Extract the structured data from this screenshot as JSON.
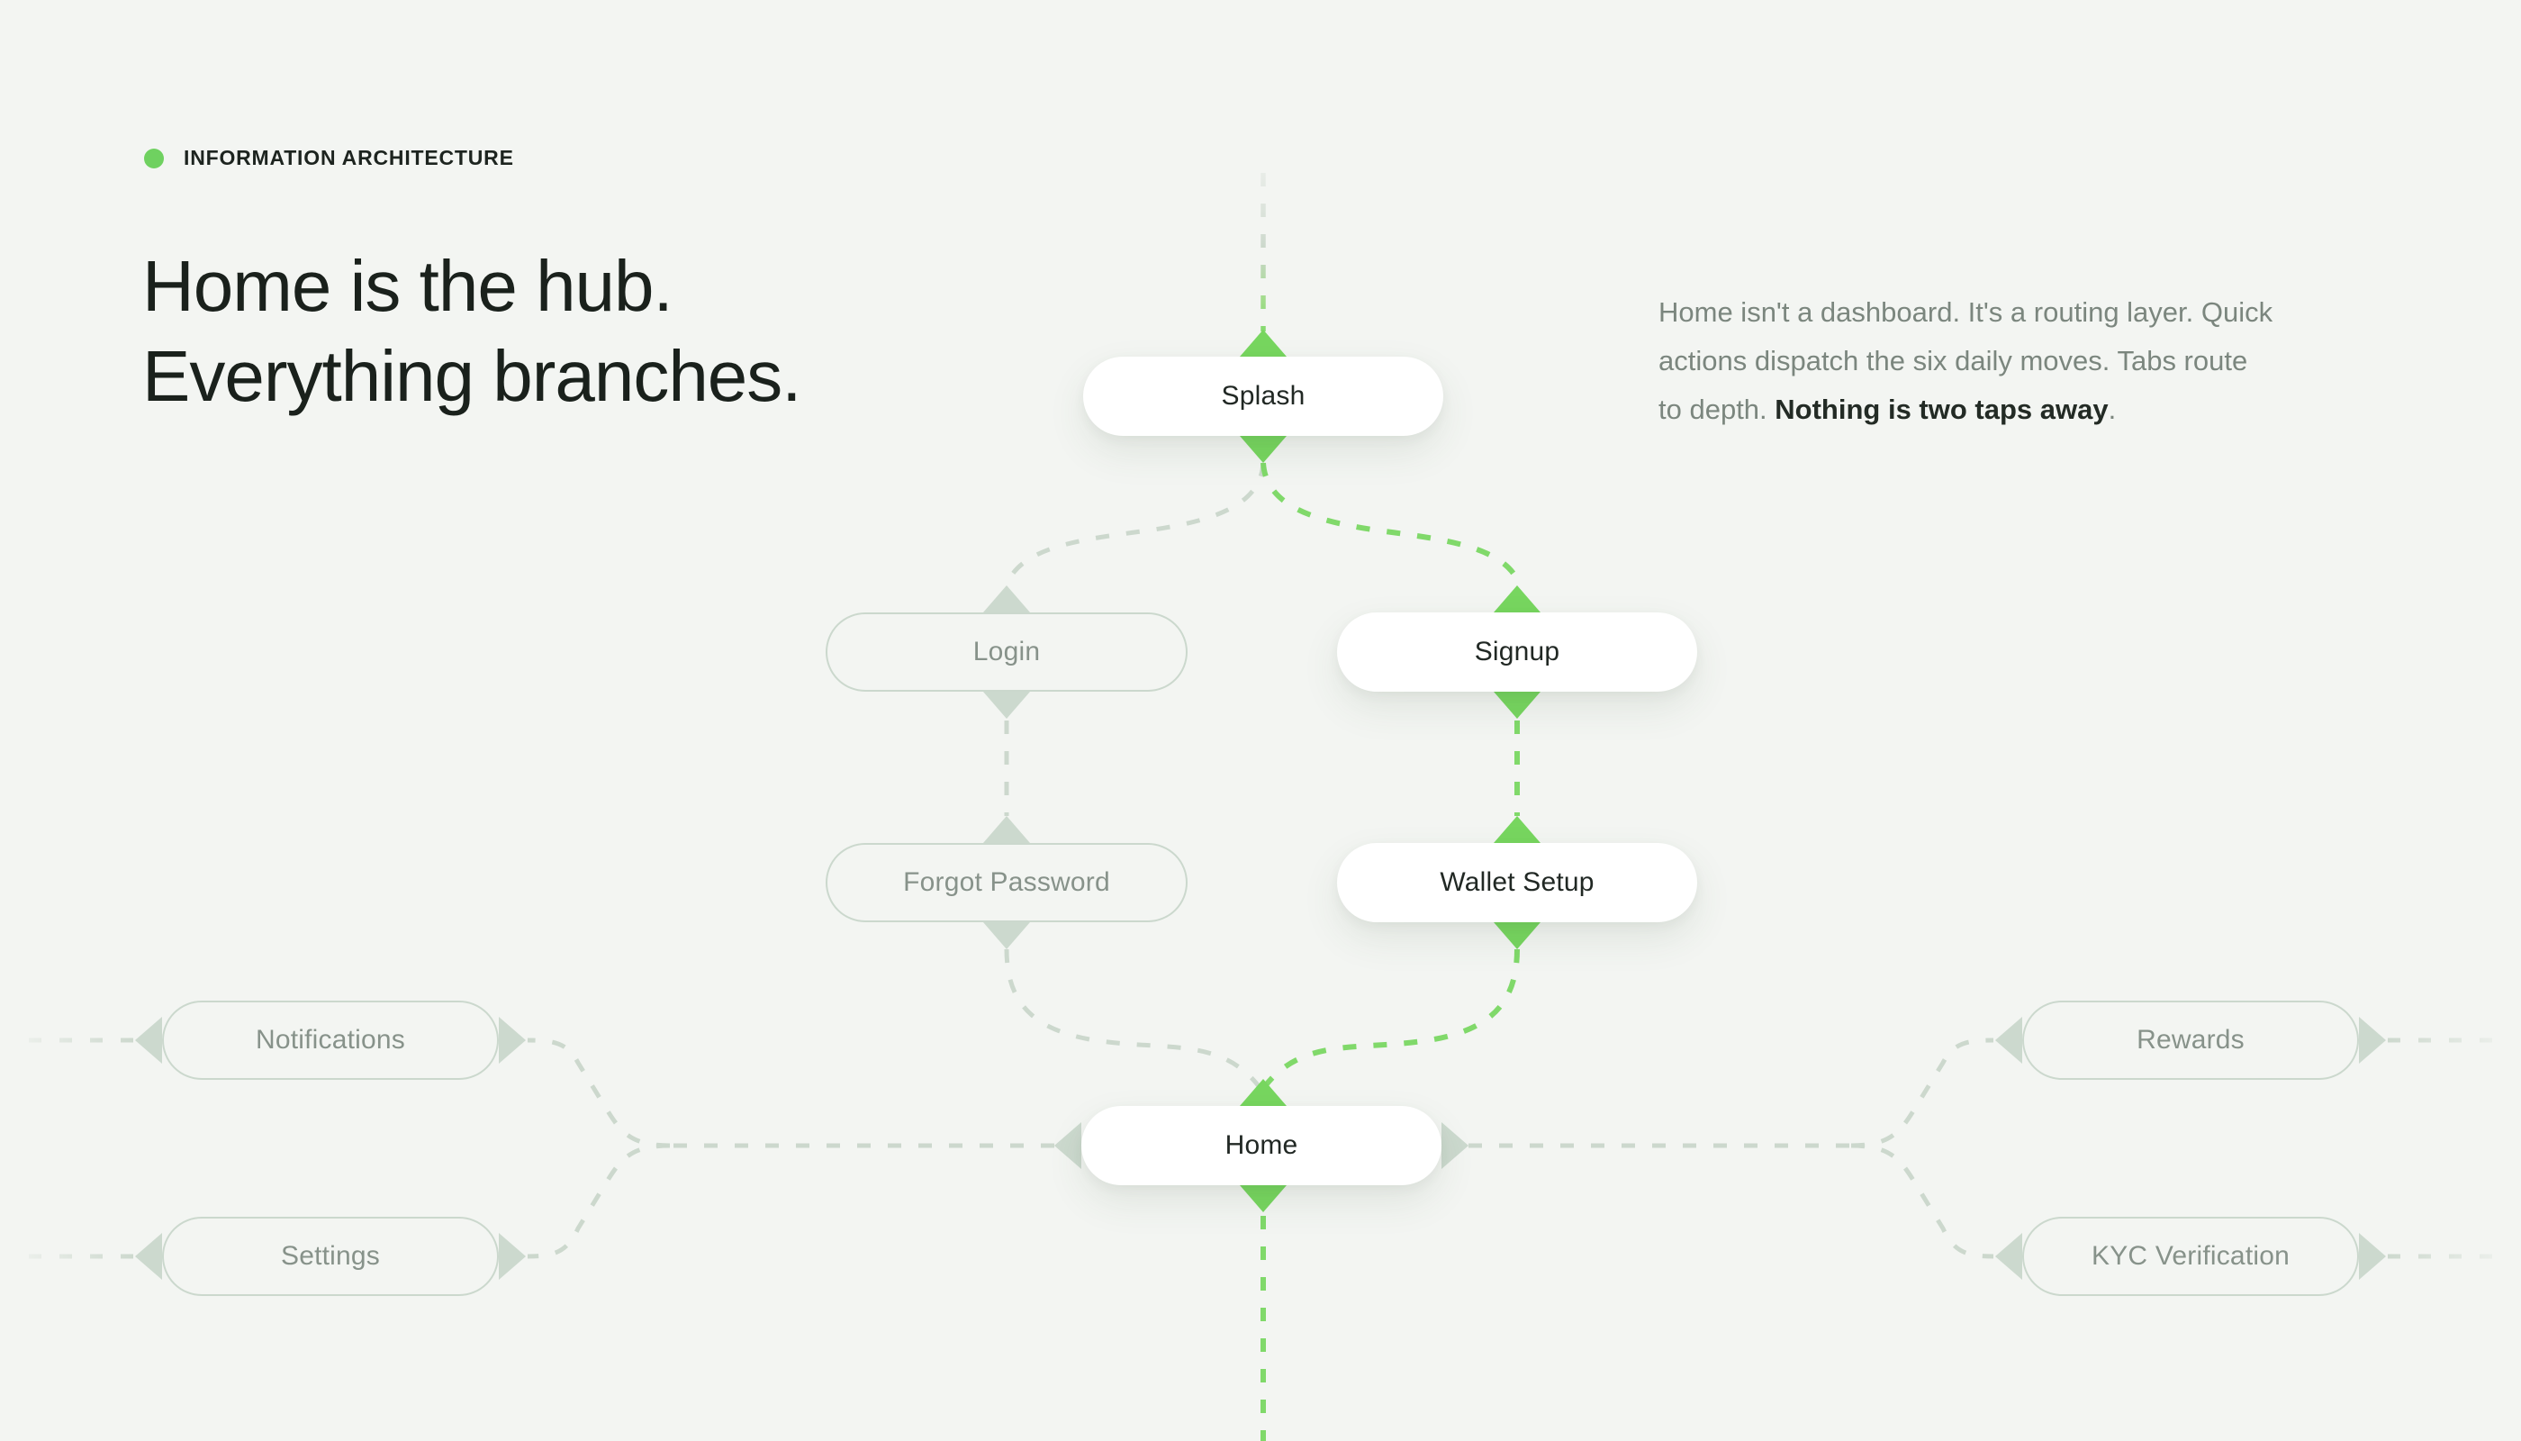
{
  "eyebrow": {
    "label": "INFORMATION ARCHITECTURE",
    "dot_color": "#6fd160"
  },
  "heading": {
    "line1": "Home is the hub.",
    "line2": "Everything branches."
  },
  "description": {
    "line1": "Home isn't a dashboard. It's a routing layer. Quick",
    "line2": "actions dispatch the six daily moves. Tabs route",
    "line3_prefix": "to depth. ",
    "line3_strong": "Nothing is two taps away",
    "line3_suffix": "."
  },
  "nodes": {
    "splash": {
      "label": "Splash",
      "style": "solid"
    },
    "login": {
      "label": "Login",
      "style": "ghost"
    },
    "signup": {
      "label": "Signup",
      "style": "solid"
    },
    "forgot": {
      "label": "Forgot Password",
      "style": "ghost"
    },
    "wallet": {
      "label": "Wallet Setup",
      "style": "solid"
    },
    "home": {
      "label": "Home",
      "style": "solid"
    },
    "notifications": {
      "label": "Notifications",
      "style": "ghost"
    },
    "settings": {
      "label": "Settings",
      "style": "ghost"
    },
    "rewards": {
      "label": "Rewards",
      "style": "ghost"
    },
    "kyc": {
      "label": "KYC Verification",
      "style": "ghost"
    }
  },
  "edges": [
    {
      "from": "entry",
      "to": "splash",
      "status": "active"
    },
    {
      "from": "splash",
      "to": "login",
      "status": "inactive"
    },
    {
      "from": "splash",
      "to": "signup",
      "status": "active"
    },
    {
      "from": "login",
      "to": "forgot",
      "status": "inactive"
    },
    {
      "from": "signup",
      "to": "wallet",
      "status": "active"
    },
    {
      "from": "forgot",
      "to": "home",
      "status": "inactive"
    },
    {
      "from": "wallet",
      "to": "home",
      "status": "active"
    },
    {
      "from": "home",
      "to": "notifications",
      "status": "inactive"
    },
    {
      "from": "home",
      "to": "settings",
      "status": "inactive"
    },
    {
      "from": "home",
      "to": "rewards",
      "status": "inactive"
    },
    {
      "from": "home",
      "to": "kyc",
      "status": "inactive"
    },
    {
      "from": "home",
      "to": "exit-bottom",
      "status": "active"
    }
  ],
  "colors": {
    "background": "#f3f5f2",
    "accent_green": "#77d65f",
    "line_green": "#80d96a",
    "line_gray": "#ccd8cd",
    "node_text_dark": "#212824",
    "node_text_ghost": "#87928a",
    "heading_text": "#1a211c",
    "body_text": "#7b867e"
  }
}
